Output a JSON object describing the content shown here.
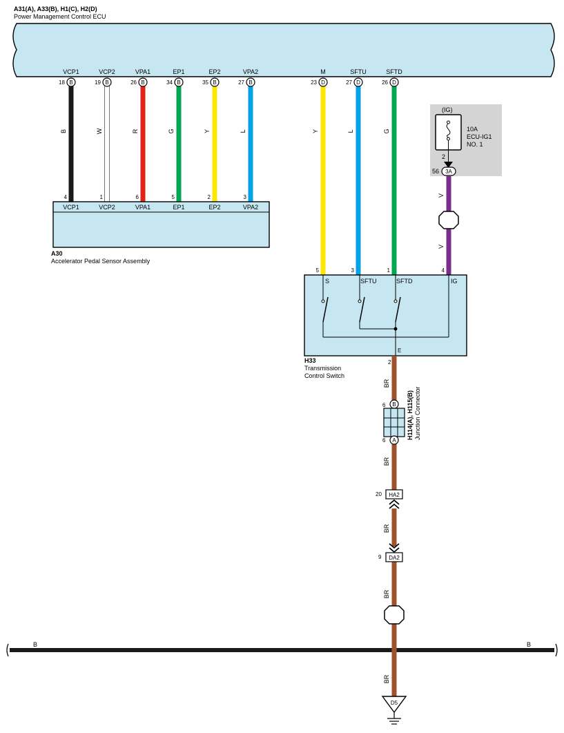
{
  "ecu": {
    "connectors": "A31(A), A33(B), H1(C), H2(D)",
    "name": "Power Management Control ECU",
    "pins": [
      {
        "label": "VCP1",
        "pin": "18",
        "conn": "B",
        "wire": "B",
        "color": "#1a1a1a"
      },
      {
        "label": "VCP2",
        "pin": "19",
        "conn": "B",
        "wire": "W",
        "color": "#ffffff"
      },
      {
        "label": "VPA1",
        "pin": "26",
        "conn": "B",
        "wire": "R",
        "color": "#e2231a"
      },
      {
        "label": "EP1",
        "pin": "34",
        "conn": "B",
        "wire": "G",
        "color": "#00a651"
      },
      {
        "label": "EP2",
        "pin": "35",
        "conn": "B",
        "wire": "Y",
        "color": "#ffe600"
      },
      {
        "label": "VPA2",
        "pin": "27",
        "conn": "B",
        "wire": "L",
        "color": "#00a2e8"
      },
      {
        "label": "M",
        "pin": "23",
        "conn": "D",
        "wire": "Y",
        "color": "#ffe600"
      },
      {
        "label": "SFTU",
        "pin": "27",
        "conn": "D",
        "wire": "L",
        "color": "#00a2e8"
      },
      {
        "label": "SFTD",
        "pin": "26",
        "conn": "D",
        "wire": "G",
        "color": "#00a651"
      }
    ]
  },
  "pedal": {
    "id": "A30",
    "name": "Accelerator Pedal Sensor Assembly",
    "pins": [
      {
        "label": "VCP1",
        "pin": "4"
      },
      {
        "label": "VCP2",
        "pin": "1"
      },
      {
        "label": "VPA1",
        "pin": "6"
      },
      {
        "label": "EP1",
        "pin": "5"
      },
      {
        "label": "EP2",
        "pin": "2"
      },
      {
        "label": "VPA2",
        "pin": "3"
      }
    ]
  },
  "fuse": {
    "source": "(IG)",
    "rating": "10A",
    "name": "ECU-IG1",
    "number": "NO. 1",
    "pin": "2",
    "connector_pin": "56",
    "connector": "3A",
    "wire": "V",
    "color": "#7b2d8e"
  },
  "switch": {
    "id": "H33",
    "name_line1": "Transmission",
    "name_line2": "Control Switch",
    "pins": [
      {
        "label": "S",
        "pin": "5"
      },
      {
        "label": "SFTU",
        "pin": "3"
      },
      {
        "label": "SFTD",
        "pin": "1"
      },
      {
        "label": "IG",
        "pin": "4"
      }
    ],
    "ground_label": "E",
    "ground_pin": "2"
  },
  "junction": {
    "id": "H114(A), H115(B)",
    "name": "Junction Connector",
    "top_pin": "6",
    "top_conn": "B",
    "bottom_pin": "6",
    "bottom_conn": "A"
  },
  "ground_wire": {
    "wire": "BR",
    "color": "#a0522d",
    "connector1_pin": "20",
    "connector1": "HA2",
    "connector2_pin": "9",
    "connector2": "DA2",
    "ground_point": "D5"
  },
  "bus": {
    "wire_left": "B",
    "wire_right": "B",
    "color": "#1a1a1a"
  }
}
